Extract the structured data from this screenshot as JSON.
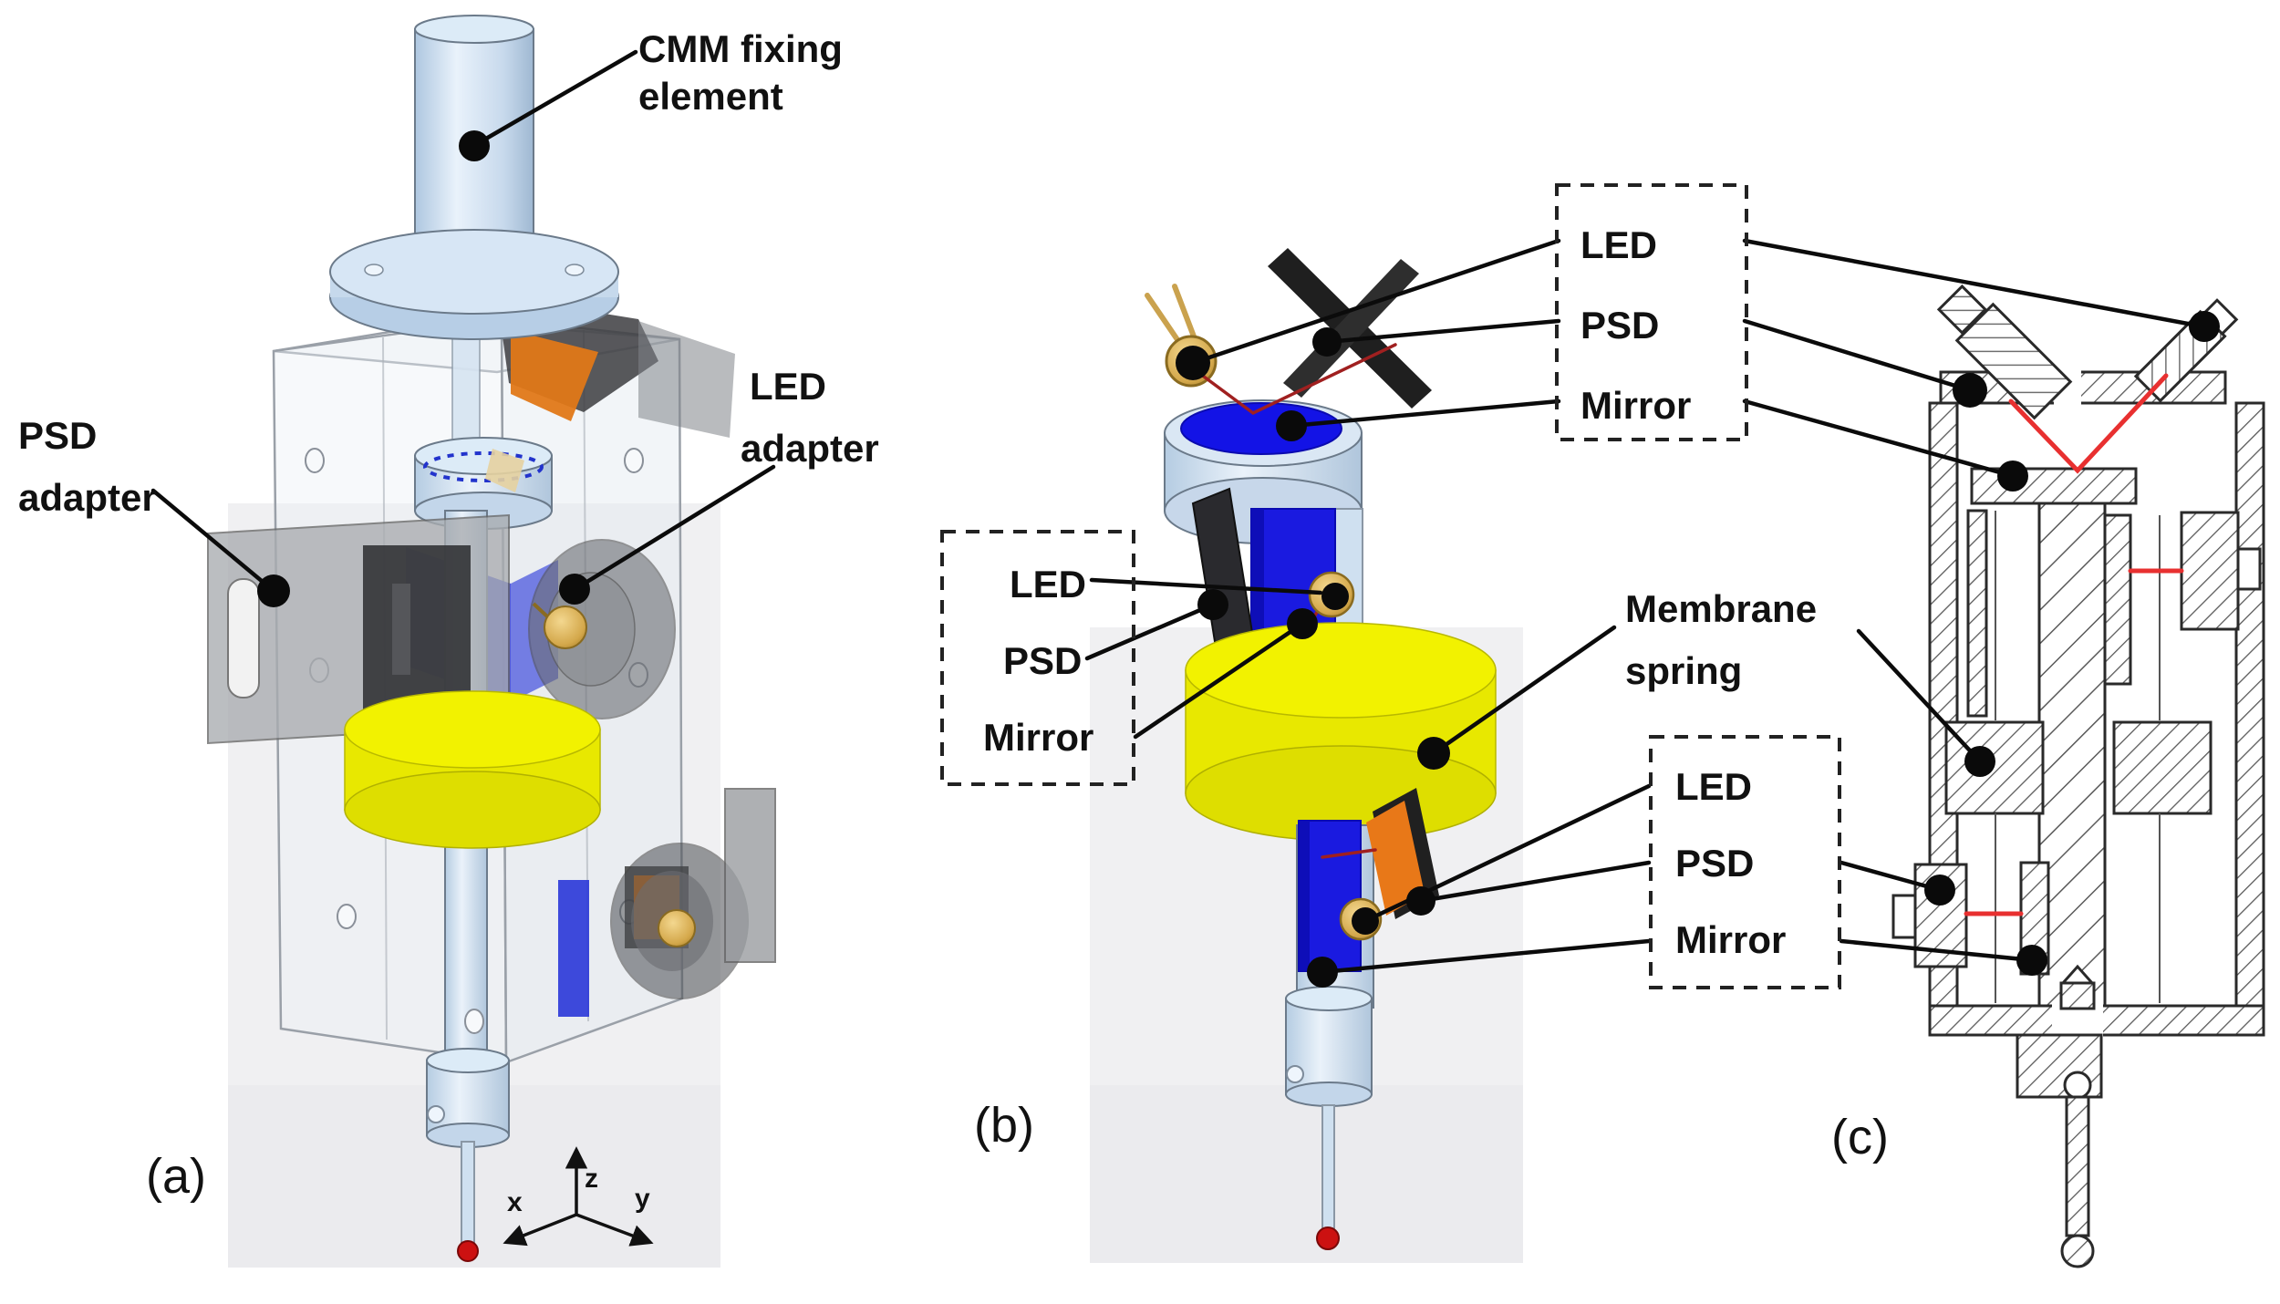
{
  "panels": {
    "a": {
      "tag": "(a)",
      "callouts": {
        "cmm": {
          "line1": "CMM fixing",
          "line2": "element"
        },
        "psd": {
          "line1": "PSD",
          "line2": "adapter"
        },
        "led": {
          "line1": "LED",
          "line2": "adapter"
        }
      },
      "axes": {
        "x": "x",
        "y": "y",
        "z": "z"
      }
    },
    "b": {
      "tag": "(b)"
    },
    "c": {
      "tag": "(c)"
    }
  },
  "label_boxes": {
    "top": {
      "led": "LED",
      "psd": "PSD",
      "mirror": "Mirror"
    },
    "middle": {
      "led": "LED",
      "psd": "PSD",
      "mirror": "Mirror"
    },
    "bottom": {
      "led": "LED",
      "psd": "PSD",
      "mirror": "Mirror"
    }
  },
  "membrane_spring": {
    "line1": "Membrane",
    "line2": "spring"
  },
  "colors": {
    "mirror_blue": "#1a1ae0",
    "membrane_yellow": "#e8e800",
    "led_gold": "#d4a84b",
    "psd_orange": "#e87818",
    "light_path_red": "#e83030",
    "probe_metal": "#cfe0f0",
    "probe_tip_red": "#cc1111",
    "backdrop_gray": "#f0f0f2"
  }
}
